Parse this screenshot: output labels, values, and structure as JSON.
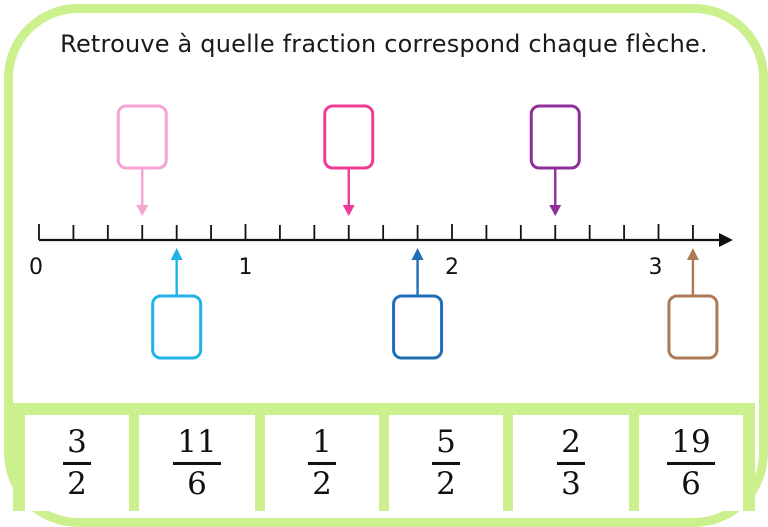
{
  "instruction": "Retrouve à quelle fraction correspond chaque flèche.",
  "number_line": {
    "labels": [
      "0",
      "1",
      "2",
      "3"
    ],
    "subdivisions_per_unit": 6
  },
  "arrows": [
    {
      "name": "arrow-light-pink",
      "position": 0.5,
      "side": "above",
      "color": "#f5a3d3"
    },
    {
      "name": "arrow-light-blue",
      "position": 0.6667,
      "side": "below",
      "color": "#1fb3e6"
    },
    {
      "name": "arrow-magenta",
      "position": 1.5,
      "side": "above",
      "color": "#ee3b96"
    },
    {
      "name": "arrow-dark-blue",
      "position": 1.8333,
      "side": "below",
      "color": "#1f6fb4"
    },
    {
      "name": "arrow-purple",
      "position": 2.5,
      "side": "above",
      "color": "#8f2f9a"
    },
    {
      "name": "arrow-brown",
      "position": 3.1667,
      "side": "below",
      "color": "#ad7a55"
    }
  ],
  "answer_choices": [
    {
      "numerator": "3",
      "denominator": "2"
    },
    {
      "numerator": "11",
      "denominator": "6"
    },
    {
      "numerator": "1",
      "denominator": "2"
    },
    {
      "numerator": "5",
      "denominator": "2"
    },
    {
      "numerator": "2",
      "denominator": "3"
    },
    {
      "numerator": "19",
      "denominator": "6"
    }
  ],
  "colors": {
    "frame": "#cdf08e",
    "axis": "#111111"
  }
}
